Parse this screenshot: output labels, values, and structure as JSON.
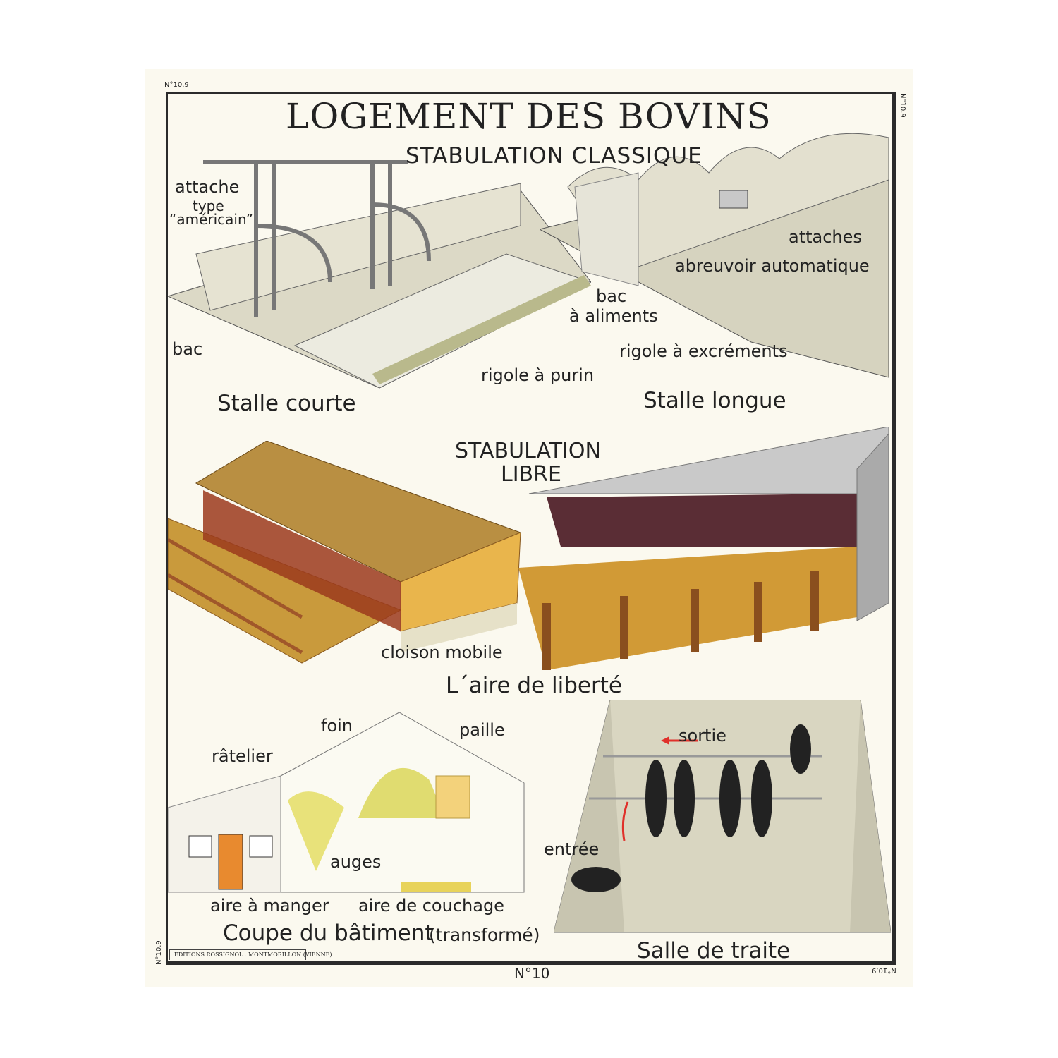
{
  "poster": {
    "title": "LOGEMENT DES BOVINS",
    "plate_number_corner": "N°10.9",
    "plate_number_bottom": "N°10",
    "publisher": "EDITIONS ROSSIGNOL . MONTMORILLON (VIENNE)"
  },
  "stabulation_classique": {
    "heading": "STABULATION  CLASSIQUE",
    "stalle_courte": {
      "caption": "Stalle  courte",
      "labels": [
        "attache",
        "type",
        "“américain”",
        "bac",
        "rigole à purin"
      ]
    },
    "stalle_longue": {
      "caption": "Stalle  longue",
      "labels": [
        "attaches",
        "abreuvoir  automatique",
        "bac",
        "à  aliments",
        "rigole  à  excréments"
      ]
    }
  },
  "stabulation_libre": {
    "heading_line1": "STABULATION",
    "heading_line2": "LIBRE",
    "label_cloison": "cloison  mobile",
    "caption": "L´aire  de  liberté"
  },
  "coupe": {
    "labels": [
      "foin",
      "paille",
      "râtelier",
      "auges",
      "aire à manger",
      "aire  de  couchage"
    ],
    "caption": "Coupe  du  bâtiment",
    "caption_note": "(transformé)"
  },
  "salle_de_traite": {
    "label_sortie": "sortie",
    "label_entree": "entrée",
    "caption": "Salle  de  traite"
  },
  "colors": {
    "paper": "#fbf9ef",
    "frame": "#2b2b2b",
    "straw": "#d9a93a",
    "hay": "#e9e27a",
    "concrete": "#d8d5c2",
    "arrow": "#e0302a"
  }
}
